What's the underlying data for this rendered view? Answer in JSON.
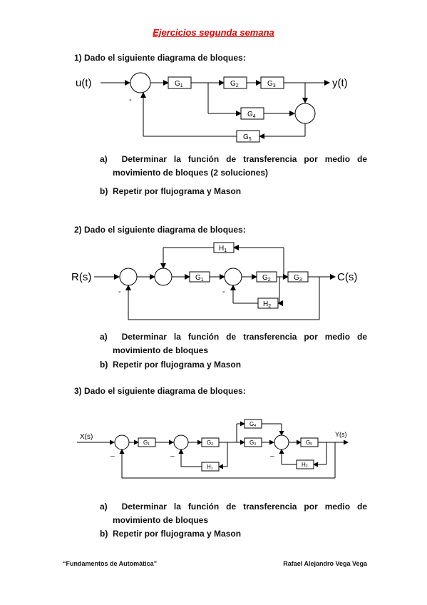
{
  "title": "Ejercicios segunda semana",
  "problems": [
    {
      "heading": "1)  Dado el siguiente diagrama de bloques:",
      "input": "u(t)",
      "output": "y(t)",
      "blocks": [
        "G",
        "G",
        "G",
        "G",
        "G"
      ],
      "subs": [
        "1",
        "2",
        "3",
        "4",
        "5"
      ],
      "minus": [
        "-"
      ],
      "items": [
        {
          "label": "a)",
          "line1": "Determinar la función de transferencia por medio de",
          "line2": "movimiento de bloques (2 soluciones)"
        },
        {
          "label": "b)",
          "text": "Repetir por flujograma y Mason"
        }
      ]
    },
    {
      "heading": "2)  Dado el siguiente diagrama de bloques:",
      "input": "R(s)",
      "output": "C(s)",
      "blocks": [
        "H",
        "G",
        "G",
        "G",
        "H"
      ],
      "subs": [
        "1",
        "1",
        "2",
        "3",
        "2"
      ],
      "minus": [
        "-",
        "-"
      ],
      "items": [
        {
          "label": "a)",
          "line1": "Determinar la función de transferencia por medio de",
          "line2": "movimiento de bloques"
        },
        {
          "label": "b)",
          "text": "Repetir por flujograma y Mason"
        }
      ]
    },
    {
      "heading": "3)  Dado el siguiente diagrama de bloques:",
      "input": "X(s)",
      "output": "Y(s)",
      "blocks": [
        "G",
        "G",
        "G",
        "G",
        "G",
        "H",
        "H"
      ],
      "subs": [
        "1",
        "2",
        "3",
        "4",
        "5",
        "1",
        "2"
      ],
      "minus": [
        "_",
        "_",
        "_"
      ],
      "items": [
        {
          "label": "a)",
          "line1": "Determinar la función de transferencia por medio de",
          "line2": "movimiento de bloques"
        },
        {
          "label": "b)",
          "text": "Repetir por flujograma y Mason"
        }
      ]
    }
  ],
  "footer": {
    "left": "“Fundamentos de Automática”",
    "right": "Rafael Alejandro Vega Vega"
  }
}
